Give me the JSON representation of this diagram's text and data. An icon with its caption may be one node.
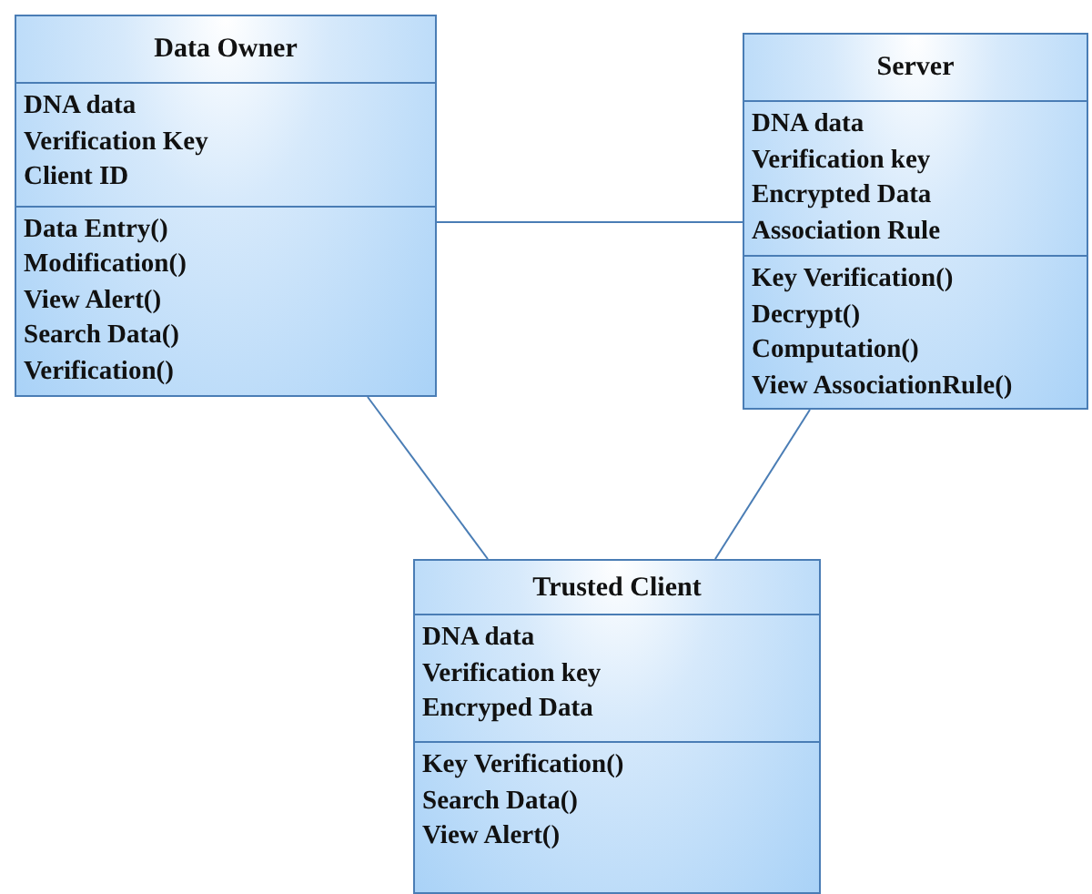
{
  "diagram": {
    "nodes": [
      {
        "text": [
          "Data Owner"
        ]
      },
      {
        "text": [
          "DNA data",
          "Verification Key",
          "Client ID"
        ],
        "in": 0
      },
      {
        "text": [
          "Data Entry()",
          "Modification()",
          "View Alert()",
          "Search Data()",
          "Verification()"
        ],
        "in": 0
      },
      {
        "text": [
          "Server"
        ]
      },
      {
        "text": [
          "DNA data",
          "Verification key",
          "Encrypted Data",
          "Association Rule"
        ],
        "in": 3
      },
      {
        "text": [
          "Key Verification()",
          "Decrypt()",
          "Computation()",
          "View AssociationRule()"
        ],
        "in": 3
      },
      {
        "text": [
          "Trusted Client"
        ]
      },
      {
        "text": [
          "DNA data",
          "Verification key",
          "Encryped Data"
        ],
        "in": 6
      },
      {
        "text": [
          "Key Verification()",
          "Search Data()",
          "View Alert()"
        ],
        "in": 6
      }
    ],
    "edges": [
      {
        "from": 0,
        "to": 3,
        "arrow": "none"
      },
      {
        "from": 0,
        "to": 6,
        "arrow": "none"
      },
      {
        "from": 3,
        "to": 6,
        "arrow": "none"
      }
    ]
  }
}
